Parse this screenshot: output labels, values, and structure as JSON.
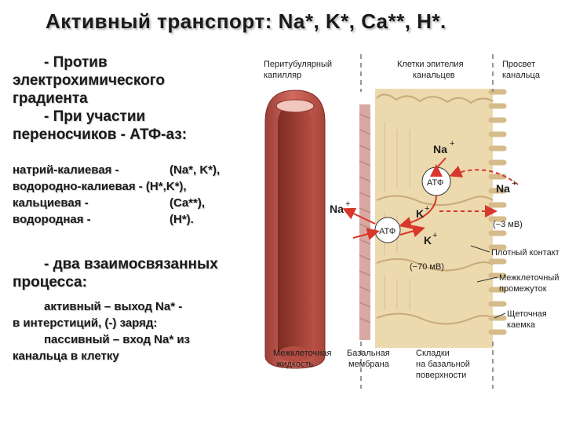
{
  "title": "Активный  транспорт: Na*, K*, Ca**, H*.",
  "left": {
    "intro": [
      "- Против",
      "электрохимического",
      "градиента",
      "- При участии",
      "переносчиков - АТФ-аз:"
    ],
    "pumps": [
      {
        "name": "натрий-калиевая -",
        "ions": "(Na*, K*),"
      },
      {
        "name": "водородно-калиевая - (H*,K*),",
        "ions": ""
      },
      {
        "name": "кальциевая          -",
        "ions": "(Ca**),"
      },
      {
        "name": "водородная          -",
        "ions": "(H*)."
      }
    ],
    "processes": [
      "- два взаимосвязанных",
      "процесса:"
    ],
    "details": [
      "активный  – выход  Na*  -",
      "в интерстиций,   (-) заряд:",
      "пассивный – вход Na*  из",
      "канальца в клетку"
    ]
  },
  "figure": {
    "labels": {
      "capillary": [
        "Перитубулярный",
        "капилляр"
      ],
      "epithelium": [
        "Клетки эпителия",
        "канальцев"
      ],
      "lumen": [
        "Просвет",
        "канальца"
      ],
      "tight": "Плотный контакт",
      "intercellular": [
        "Межклеточный",
        "промежуток"
      ],
      "brush": [
        "Щеточная",
        "каемка"
      ],
      "fluid": [
        "Межклеточная",
        "жидкость"
      ],
      "membrane": [
        "Базальная",
        "мембрана"
      ],
      "folds": [
        "Складки",
        "на базальной",
        "поверхности"
      ]
    },
    "ions": {
      "na_top": "Na",
      "na_left": "Na",
      "na_right": "Na",
      "k_mid": "K",
      "k_low": "K",
      "plus": "+",
      "atp": "АТФ"
    },
    "potentials": {
      "cell": "(−70 мВ)",
      "lumen": "(−3 мВ)"
    },
    "colors": {
      "red": "#d8372b",
      "vessel": "#c2574d",
      "cell": "#ecd9ad",
      "membrane": "#d9a8a2"
    }
  }
}
